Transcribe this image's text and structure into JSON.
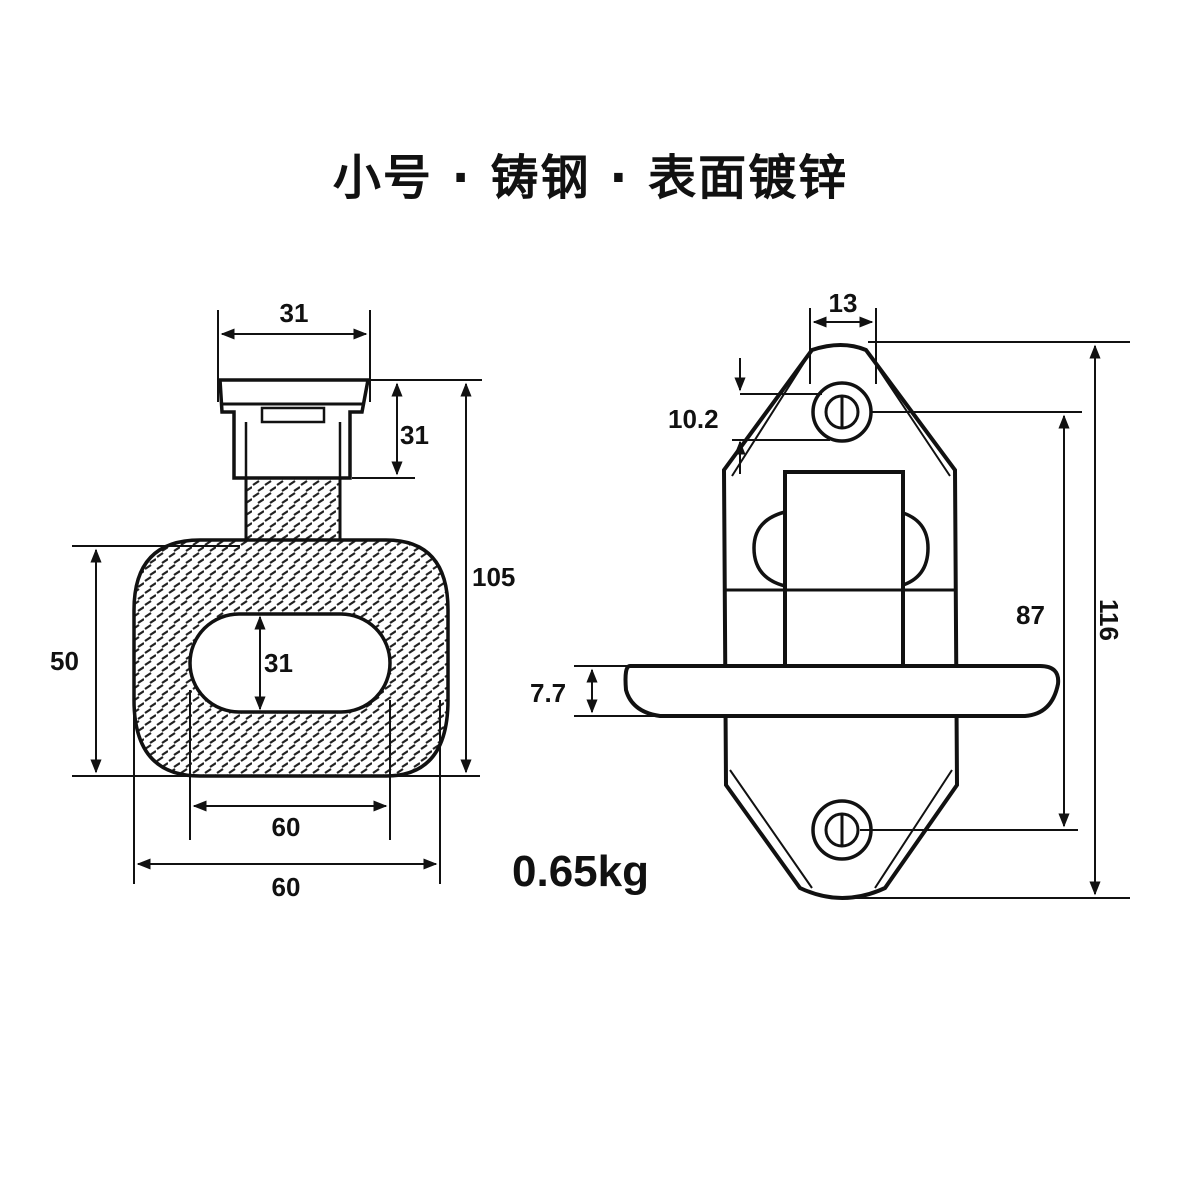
{
  "title": "小号 · 铸钢 · 表面镀锌",
  "weight": "0.65kg",
  "left_view": {
    "dims": {
      "top_width": "31",
      "head_height": "31",
      "total_height": "105",
      "ring_height": "50",
      "slot_height": "31",
      "inner_width": "60",
      "outer_width": "60"
    }
  },
  "right_view": {
    "dims": {
      "ear_width": "13",
      "hole_offset": "10.2",
      "hole_spacing": "87",
      "total_length": "116",
      "flange_thickness": "7.7"
    }
  }
}
